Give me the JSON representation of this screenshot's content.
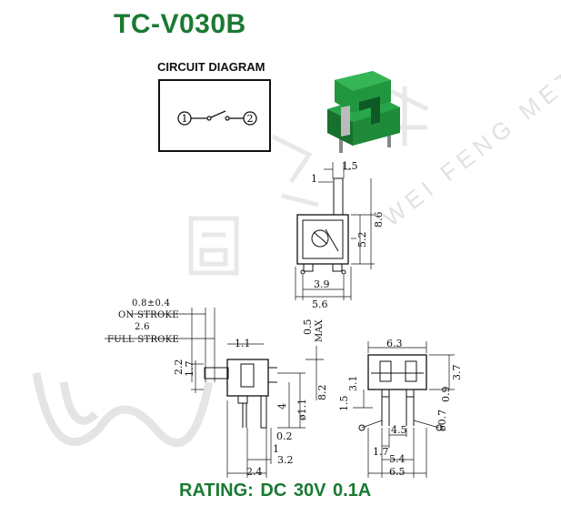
{
  "title": "TC-V030B",
  "circuit": {
    "label": "CIRCUIT DIAGRAM",
    "pin1": "1",
    "pin2": "2"
  },
  "rating": "RATING: DC  30V 0.1A",
  "watermark": {
    "text": "WEI FENG METAL"
  },
  "colors": {
    "brand_green": "#1a7a32",
    "product_green": "#1f8a3a",
    "line": "#111111"
  },
  "dims": {
    "top_1_5": "1.5",
    "top_1": "1",
    "top_8_6": "8.6",
    "top_5_2": "5.2",
    "top_3_9": "3.9",
    "top_5_6": "5.6",
    "side_0_8": "0.8±0.4",
    "side_on_stroke": "ON STROKE",
    "side_2_6": "2.6",
    "side_full_stroke": "FULL STROKE",
    "side_0_5": "0.5",
    "side_max": "MAX",
    "side_1_1": "1.1",
    "side_2_2": "2.2",
    "side_1_7": "1.7",
    "side_4": "4",
    "side_8_2": "8.2",
    "side_phi1_1": "ø1.1",
    "side_0_2": "0.2",
    "side_1": "1",
    "side_3_2": "3.2",
    "side_2_4": "2.4",
    "front_6_3": "6.3",
    "front_3_1": "3.1",
    "front_1_5": "1.5",
    "front_1_7": "1.7",
    "front_4_5": "4.5",
    "front_3_7": "3.7",
    "front_0_9": "0.9",
    "front_phi0_7": "ø0.7",
    "front_5_4": "5.4",
    "front_6_5": "6.5"
  }
}
